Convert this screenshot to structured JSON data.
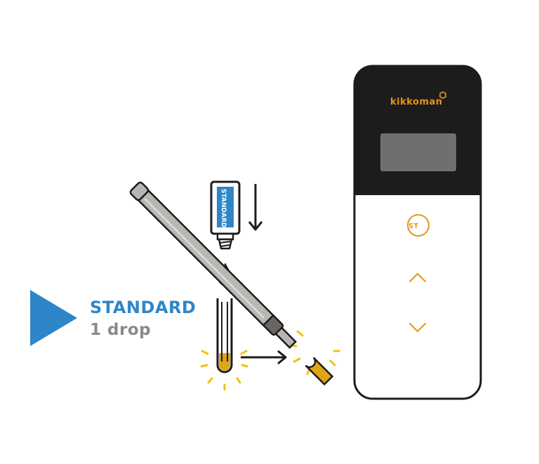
{
  "step": {
    "title": "STANDARD",
    "subtitle": "1 drop"
  },
  "bottle": {
    "label": "STANDARD"
  },
  "device": {
    "brand": "kikkoman",
    "button_text": "ST"
  },
  "colors": {
    "accent_blue": "#2e86c9",
    "subtitle_gray": "#8a8a8a",
    "device_black": "#1c1c1c",
    "screen_gray": "#6f6f6f",
    "brand_orange": "#e8951d",
    "sample_yellow": "#e0a419",
    "glow_yellow": "#f3c012",
    "probe_gray": "#b8b6b3",
    "probe_dark": "#6a6560"
  },
  "icons": {
    "play": "play-triangle-icon",
    "down_arrow": "arrow-down-icon",
    "right_arrow": "arrow-right-icon",
    "drop": "water-drop-icon",
    "up": "chevron-up-icon",
    "down": "chevron-down-icon"
  }
}
